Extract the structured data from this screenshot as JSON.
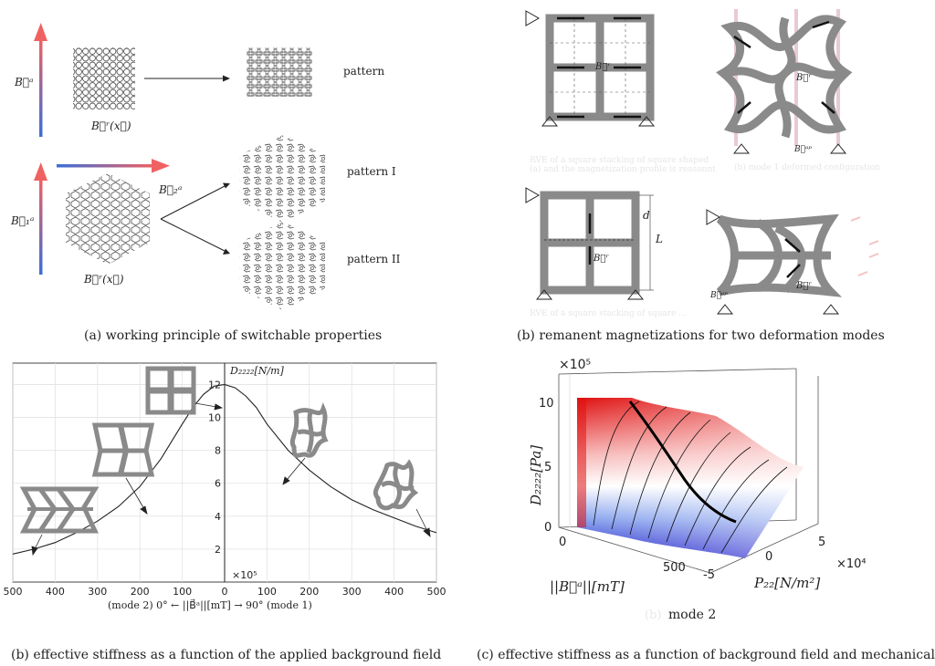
{
  "panel_a": {
    "label_Ba": "B⃗ᵃ",
    "label_Br1": "B⃗ʳ(x⃗)",
    "label_pattern": "pattern",
    "label_B1a": "B⃗₁ᵃ",
    "label_B2a": "B⃗₂ᵃ",
    "label_Br2": "B⃗ʳ(x⃗)",
    "label_patternI": "pattern I",
    "label_patternII": "pattern II",
    "caption": "(a) working principle of switchable properties"
  },
  "panel_b_top": {
    "label_Br_a": "B⃗ʳ",
    "label_Br_b": "B⃗ʳ",
    "label_Bap_b": "B⃗ᵃᵖ",
    "label_Br_c": "B⃗ʳ",
    "label_d": "d",
    "label_L": "L",
    "label_Bap_d": "B⃗ᵃᵖ",
    "label_Br_d": "B⃗ʳ",
    "faint1": "RVE of a square stacking of square shaped",
    "faint1b": "(a) and the magnetization profile is reasonnt",
    "faint2": "(b) mode 1 deformed configuration",
    "faint3": "RVE of a square stacking of square ...",
    "caption": "(b) remanent magnetizations for two deformation modes"
  },
  "panel_b_chart": {
    "caption": "(b) effective stiffness as a function of the applied background field"
  },
  "panel_c": {
    "exponent_label": "×10⁵",
    "zlabel": "D₂₂₂₂[Pa]",
    "xlabel": "||B⃗ᵃ||[mT]",
    "ylabel": "P₂₂[N/m²]",
    "yexp": "×10⁴",
    "z_ticks": [
      "0",
      "5",
      "10"
    ],
    "x_ticks": [
      "0",
      "500"
    ],
    "y_ticks": [
      "-5",
      "0",
      "5"
    ],
    "mode_label": "mode 2",
    "mode_prefix": "(b)",
    "caption": "(c) effective stiffness as a function of background field and mechanical load"
  },
  "chart_data": {
    "type": "line",
    "title": "",
    "ylabel": "D₂₂₂₂[N/m]",
    "xlabel": "(mode 2) 0° ← ||B⃗ᵃ||[mT] → 90° (mode 1)",
    "y_exponent": "×10⁵",
    "x_tick_labels": [
      "500",
      "400",
      "300",
      "200",
      "100",
      "0",
      "100",
      "200",
      "300",
      "400",
      "500"
    ],
    "y_tick_labels": [
      "2",
      "4",
      "6",
      "8",
      "10",
      "12"
    ],
    "xlim": [
      -500,
      500
    ],
    "ylim": [
      0,
      13.3
    ],
    "grid": true,
    "x": [
      -500,
      -450,
      -400,
      -350,
      -300,
      -250,
      -200,
      -150,
      -100,
      -75,
      -50,
      -25,
      0,
      25,
      50,
      75,
      100,
      150,
      200,
      250,
      300,
      350,
      400,
      450,
      500
    ],
    "y": [
      1.7,
      2.0,
      2.4,
      3.0,
      3.7,
      4.6,
      5.8,
      7.5,
      9.6,
      10.6,
      11.4,
      11.9,
      12.0,
      11.8,
      11.3,
      10.6,
      9.6,
      8.0,
      6.8,
      5.8,
      5.0,
      4.4,
      3.9,
      3.4,
      3.0
    ]
  }
}
